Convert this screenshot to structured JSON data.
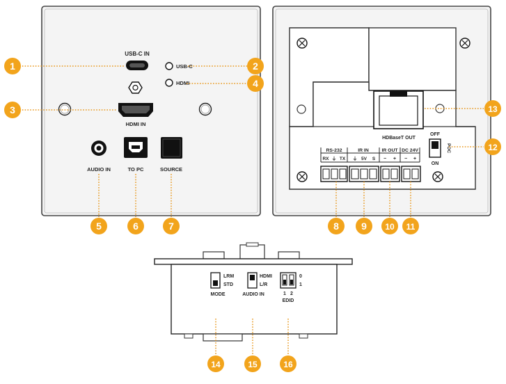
{
  "colors": {
    "callout": "#f2a41c",
    "panel_stroke": "#444444",
    "panel_fill": "#f4f4f4",
    "leader": "#e8961a",
    "port": "#1a1a1a"
  },
  "front_panel": {
    "usb_c_label": "USB-C IN",
    "hdmi_in_label": "HDMI IN",
    "led_usbc_label": "USB-C",
    "led_hdmi_label": "HDMI",
    "audio_in_label": "AUDIO IN",
    "to_pc_label": "TO PC",
    "source_label": "SOURCE"
  },
  "rear_panel": {
    "hdbaset_label": "HDBaseT OUT",
    "rs232_label": "RS-232",
    "rs232_pins": [
      "RX",
      "⏚",
      "TX"
    ],
    "irin_label": "IR IN",
    "irin_pins": [
      "⏚",
      "5V",
      "S"
    ],
    "irout_label": "IR OUT",
    "irout_pins": [
      "−",
      "+"
    ],
    "dc_label": "DC 24V",
    "dc_pins": [
      "−",
      "+"
    ],
    "poc_off": "OFF",
    "poc_label": "POC",
    "poc_on": "ON"
  },
  "side_view": {
    "mode_label": "MODE",
    "mode_opt_top": "LRM",
    "mode_opt_bottom": "STD",
    "audio_label": "AUDIO IN",
    "audio_opt_top": "HDMI",
    "audio_opt_bottom": "L/R",
    "edid_label": "EDID",
    "edid_state_0": "0",
    "edid_state_1": "1",
    "edid_switch_1": "1",
    "edid_switch_2": "2"
  },
  "callouts": [
    "1",
    "2",
    "3",
    "4",
    "5",
    "6",
    "7",
    "8",
    "9",
    "10",
    "11",
    "12",
    "13",
    "14",
    "15",
    "16"
  ]
}
